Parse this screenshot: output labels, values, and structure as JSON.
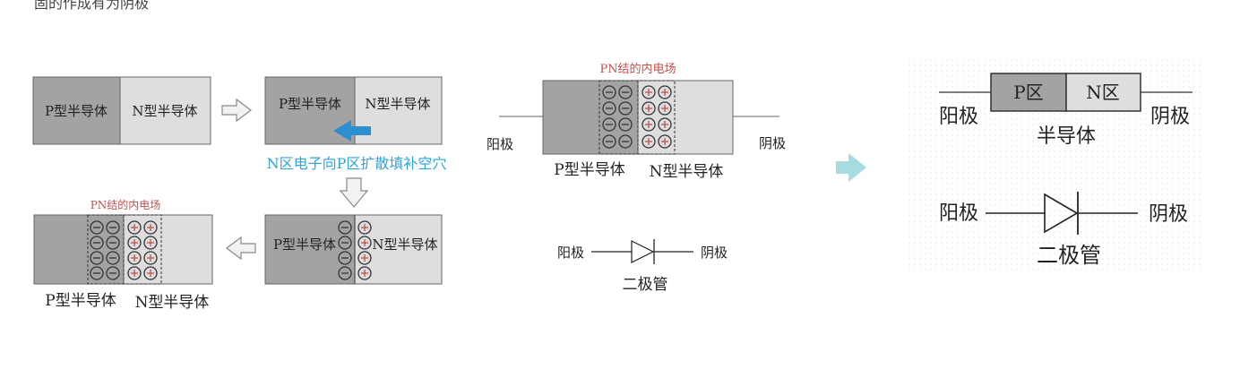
{
  "top_cut_text": "固的作成有为阴极",
  "colors": {
    "dark_gray": "#a3a3a3",
    "light_gray": "#dedede",
    "arrow_blue": "#2d8fd0",
    "caption_blue": "#2ea6d7",
    "field_red": "#c0504d",
    "arrow_cyan": "#a8dbe0"
  },
  "step1": {
    "p_label": "P型半导体",
    "n_label": "N型半导体"
  },
  "step2": {
    "p_label": "P型半导体",
    "n_label": "N型半导体",
    "caption": "N区电子向P区扩散填补空穴"
  },
  "step3": {
    "p_label": "P型半导体",
    "n_label": "N型半导体"
  },
  "step4": {
    "field_label": "PN结的内电场",
    "p_label": "P型半导体",
    "n_label": "N型半导体"
  },
  "middle": {
    "field_label": "PN结的内电场",
    "anode": "阳极",
    "cathode": "阴极",
    "p_label": "P型半导体",
    "n_label": "N型半导体",
    "symbol_anode": "阳极",
    "symbol_cathode": "阴极",
    "symbol_caption": "二极管"
  },
  "right": {
    "p_region": "P区",
    "n_region": "N区",
    "anode": "阳极",
    "cathode": "阴极",
    "semiconductor": "半导体",
    "symbol_anode": "阳极",
    "symbol_cathode": "阴极",
    "symbol_caption": "二极管"
  }
}
